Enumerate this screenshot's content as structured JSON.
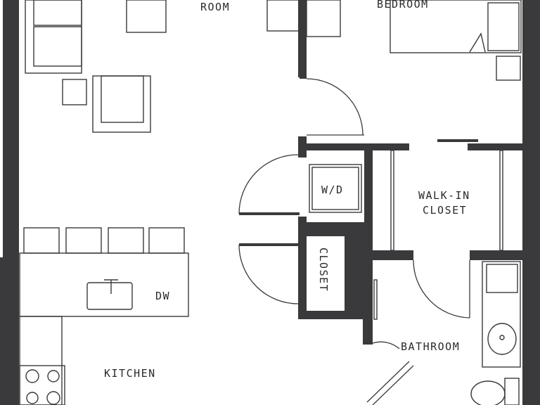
{
  "rooms": {
    "living": "ROOM",
    "bedroom": "BEDROOM",
    "washer_dryer": "W/D",
    "walk_in_line1": "WALK-IN",
    "walk_in_line2": "CLOSET",
    "closet": "CLOSET",
    "dishwasher": "DW",
    "bathroom": "BATHROOM",
    "kitchen": "KITCHEN"
  },
  "colors": {
    "wall": "#3a3a3c",
    "background": "#ffffff"
  }
}
